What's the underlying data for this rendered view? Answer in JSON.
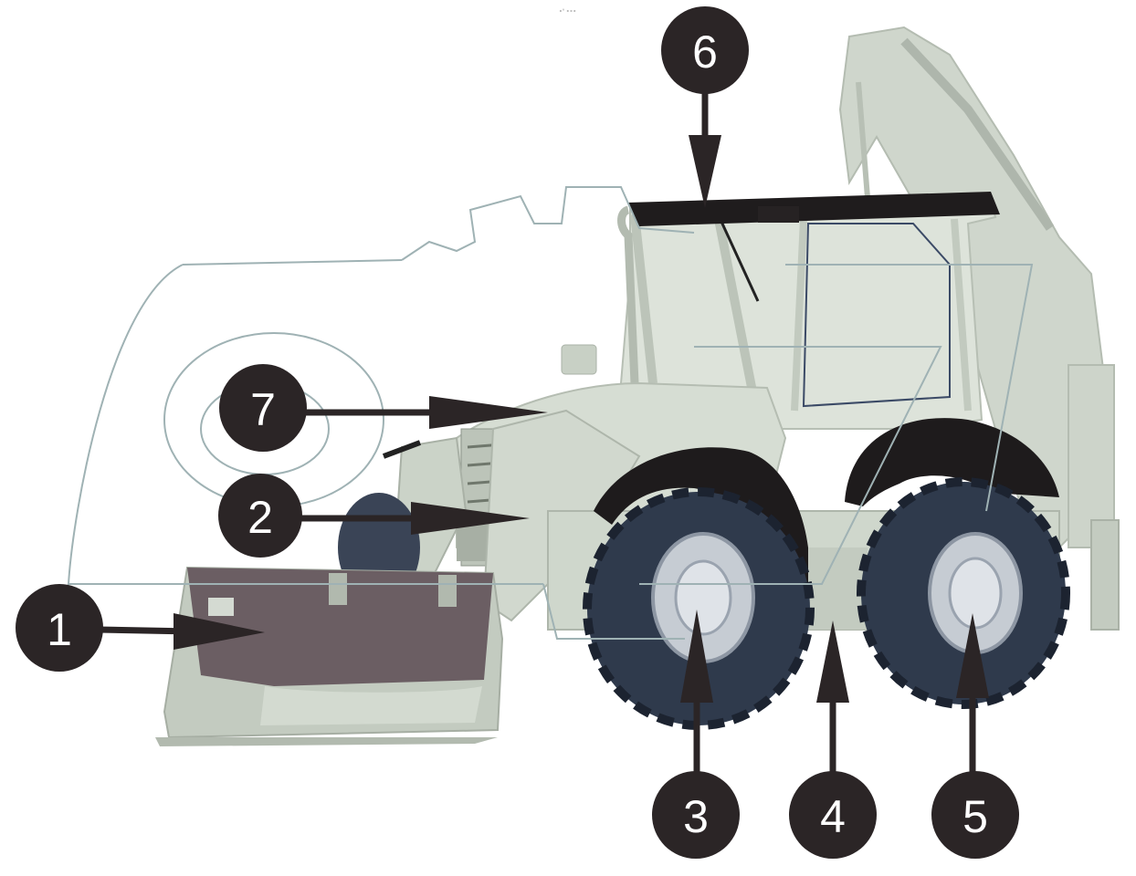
{
  "diagram": {
    "top_marker": "∘° ∘∘∘",
    "callouts": [
      {
        "id": 1,
        "label": "1"
      },
      {
        "id": 2,
        "label": "2"
      },
      {
        "id": 3,
        "label": "3"
      },
      {
        "id": 4,
        "label": "4"
      },
      {
        "id": 5,
        "label": "5"
      },
      {
        "id": 6,
        "label": "6"
      },
      {
        "id": 7,
        "label": "7"
      }
    ]
  },
  "colors": {
    "badge": "#2b2526",
    "body": "#c9d2c6",
    "tire": "#2f3a4c",
    "fender": "#1e1b1c",
    "bucket": "#6b5e63",
    "watermark": "#9fb2b4"
  }
}
